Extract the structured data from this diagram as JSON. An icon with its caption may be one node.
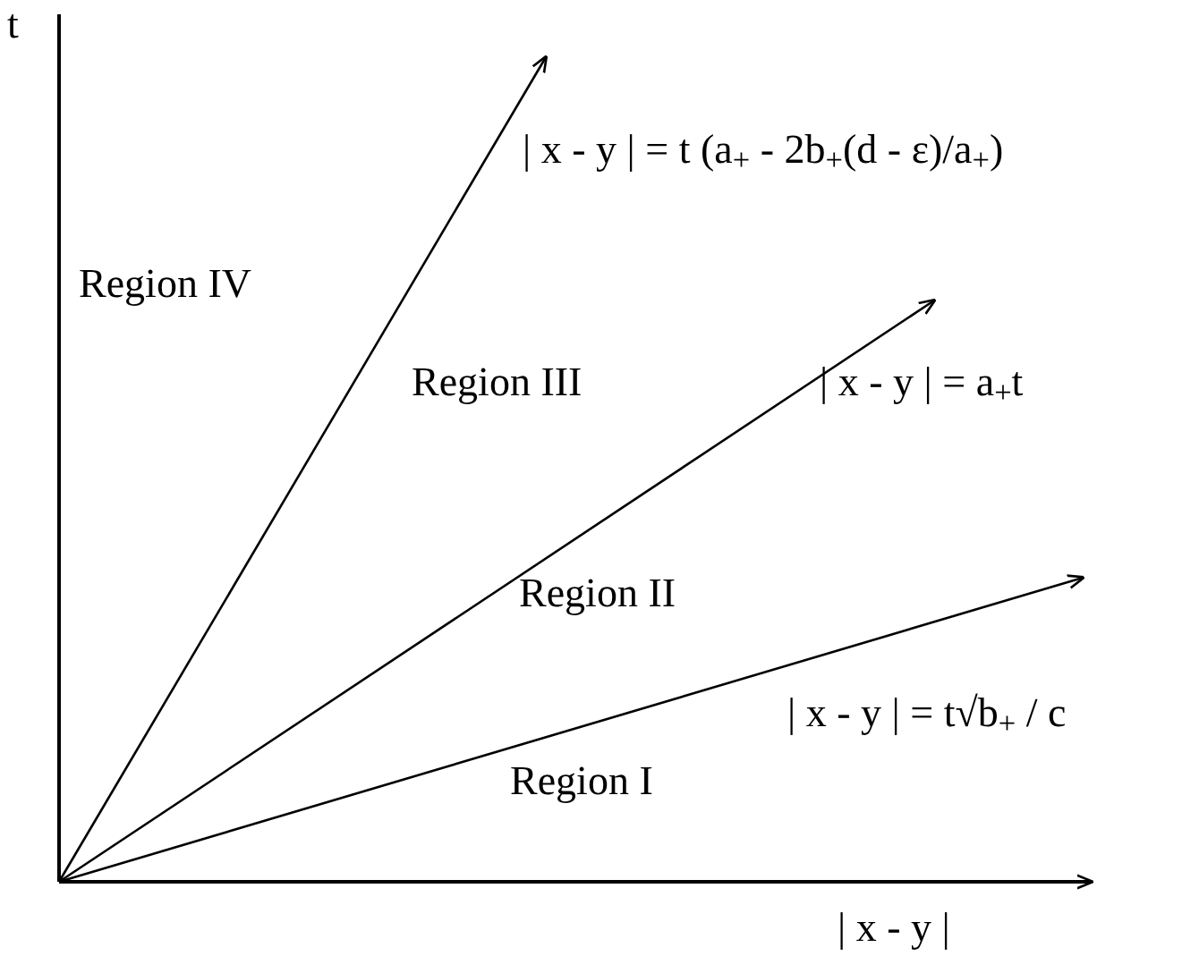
{
  "diagram": {
    "labels": [
      "t",
      "| x - y | = t (a$_{+}$ - 2b$_{+}$(d - ε)/a$_{+}$)",
      "Region IV",
      "Region III",
      "| x - y | = a$_{+}$t",
      "Region II",
      "| x - y | = t√b$_{+}$ / c",
      "Region I",
      "| x - y |"
    ]
  }
}
